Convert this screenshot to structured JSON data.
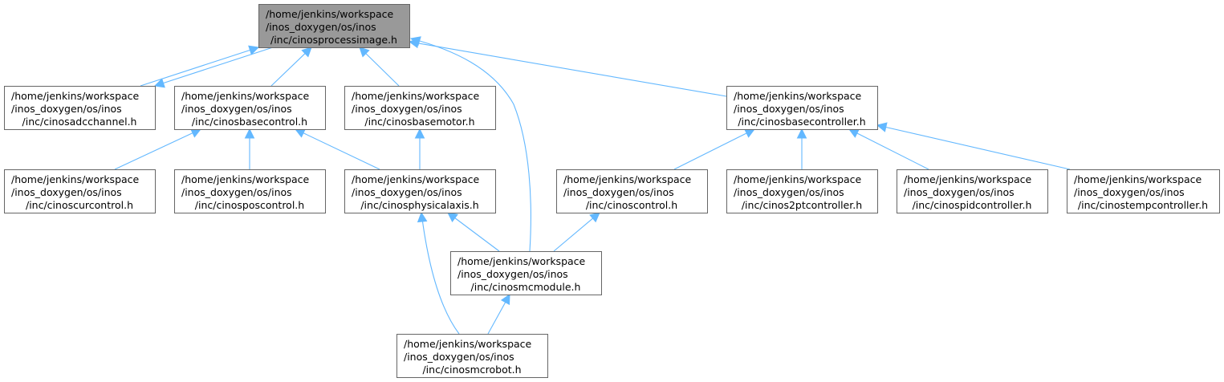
{
  "colors": {
    "edge": "#63b8ff",
    "root_fill": "#999999",
    "node_fill": "#ffffff",
    "node_border": "#666666"
  },
  "nodes": [
    {
      "id": "processimage",
      "lines": [
        "/home/jenkins/workspace",
        "/inos_doxygen/os/inos",
        "/inc/cinosprocessimage.h"
      ],
      "root": true
    },
    {
      "id": "adcchannel",
      "lines": [
        "/home/jenkins/workspace",
        "/inos_doxygen/os/inos",
        "/inc/cinosadcchannel.h"
      ]
    },
    {
      "id": "basecontrol",
      "lines": [
        "/home/jenkins/workspace",
        "/inos_doxygen/os/inos",
        "/inc/cinosbasecontrol.h"
      ]
    },
    {
      "id": "basemotor",
      "lines": [
        "/home/jenkins/workspace",
        "/inos_doxygen/os/inos",
        "/inc/cinosbasemotor.h"
      ]
    },
    {
      "id": "basecontroller",
      "lines": [
        "/home/jenkins/workspace",
        "/inos_doxygen/os/inos",
        "/inc/cinosbasecontroller.h"
      ]
    },
    {
      "id": "curcontrol",
      "lines": [
        "/home/jenkins/workspace",
        "/inos_doxygen/os/inos",
        "/inc/cinoscurcontrol.h"
      ]
    },
    {
      "id": "poscontrol",
      "lines": [
        "/home/jenkins/workspace",
        "/inos_doxygen/os/inos",
        "/inc/cinosposcontrol.h"
      ]
    },
    {
      "id": "physicalaxis",
      "lines": [
        "/home/jenkins/workspace",
        "/inos_doxygen/os/inos",
        "/inc/cinosphysicalaxis.h"
      ]
    },
    {
      "id": "control",
      "lines": [
        "/home/jenkins/workspace",
        "/inos_doxygen/os/inos",
        "/inc/cinoscontrol.h"
      ]
    },
    {
      "id": "twoptcontroller",
      "lines": [
        "/home/jenkins/workspace",
        "/inos_doxygen/os/inos",
        "/inc/cinos2ptcontroller.h"
      ]
    },
    {
      "id": "pidcontroller",
      "lines": [
        "/home/jenkins/workspace",
        "/inos_doxygen/os/inos",
        "/inc/cinospidcontroller.h"
      ]
    },
    {
      "id": "tempcontroller",
      "lines": [
        "/home/jenkins/workspace",
        "/inos_doxygen/os/inos",
        "/inc/cinostempcontroller.h"
      ]
    },
    {
      "id": "mcmodule",
      "lines": [
        "/home/jenkins/workspace",
        "/inos_doxygen/os/inos",
        "/inc/cinosmcmodule.h"
      ]
    },
    {
      "id": "mcrobot",
      "lines": [
        "/home/jenkins/workspace",
        "/inos_doxygen/os/inos",
        "/inc/cinosmcrobot.h"
      ]
    }
  ],
  "edges": [
    {
      "from": "adcchannel",
      "to": "processimage"
    },
    {
      "from": "processimage",
      "to": "adcchannel"
    },
    {
      "from": "basecontrol",
      "to": "processimage"
    },
    {
      "from": "basemotor",
      "to": "processimage"
    },
    {
      "from": "mcmodule",
      "to": "processimage"
    },
    {
      "from": "basecontroller",
      "to": "processimage"
    },
    {
      "from": "curcontrol",
      "to": "basecontrol"
    },
    {
      "from": "poscontrol",
      "to": "basecontrol"
    },
    {
      "from": "physicalaxis",
      "to": "basecontrol"
    },
    {
      "from": "physicalaxis",
      "to": "basemotor"
    },
    {
      "from": "control",
      "to": "basecontroller"
    },
    {
      "from": "twoptcontroller",
      "to": "basecontroller"
    },
    {
      "from": "pidcontroller",
      "to": "basecontroller"
    },
    {
      "from": "tempcontroller",
      "to": "basecontroller"
    },
    {
      "from": "mcmodule",
      "to": "physicalaxis"
    },
    {
      "from": "mcrobot",
      "to": "physicalaxis"
    },
    {
      "from": "mcmodule",
      "to": "control"
    },
    {
      "from": "mcrobot",
      "to": "mcmodule"
    }
  ]
}
